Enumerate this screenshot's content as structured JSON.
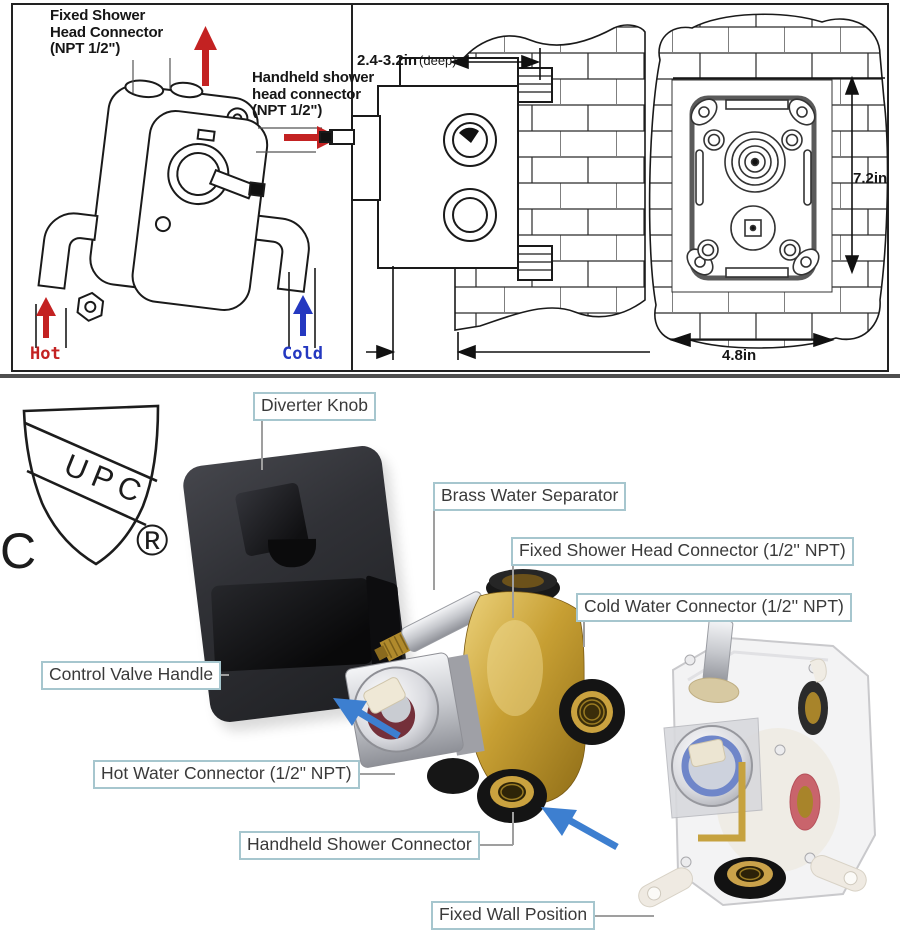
{
  "top_diagrams": {
    "labels": {
      "fixed_shower_head": "Fixed Shower\nHead Connector\n(NPT 1/2\")",
      "handheld_shower_head": "Handheld shower\nhead connector\n(NPT 1/2\")",
      "hot": "Hot",
      "cold": "Cold",
      "depth": "2.4-3.2in",
      "depth_note": "(deep)",
      "height": "7.2in",
      "width": "4.8in"
    },
    "colors": {
      "hot_arrow": "#c32222",
      "cold_arrow": "#2438c0",
      "line_art": "#1a1a1a"
    }
  },
  "certification": {
    "shield_text": "UPC",
    "prefix_letter": "C",
    "registered_mark": "®"
  },
  "callouts": {
    "diverter_knob": "Diverter Knob",
    "brass_water_separator": "Brass Water Separator",
    "fixed_shower_head_connector": "Fixed Shower Head Connector (1/2'' NPT)",
    "cold_water_connector": "Cold Water Connector (1/2'' NPT)",
    "control_valve_handle": "Control Valve Handle",
    "hot_water_connector": "Hot Water Connector (1/2\" NPT)",
    "handheld_shower_connector": "Handheld Shower Connector",
    "fixed_wall_position": "Fixed Wall Position"
  },
  "style": {
    "callout_border": "#a6c6ce",
    "callout_text": "#3a3a3a",
    "pointer_arrow": "#3d7fd0",
    "leader_line": "#9f9f9f",
    "brass": "#c79f33",
    "plate_black": "#1e1f22"
  }
}
